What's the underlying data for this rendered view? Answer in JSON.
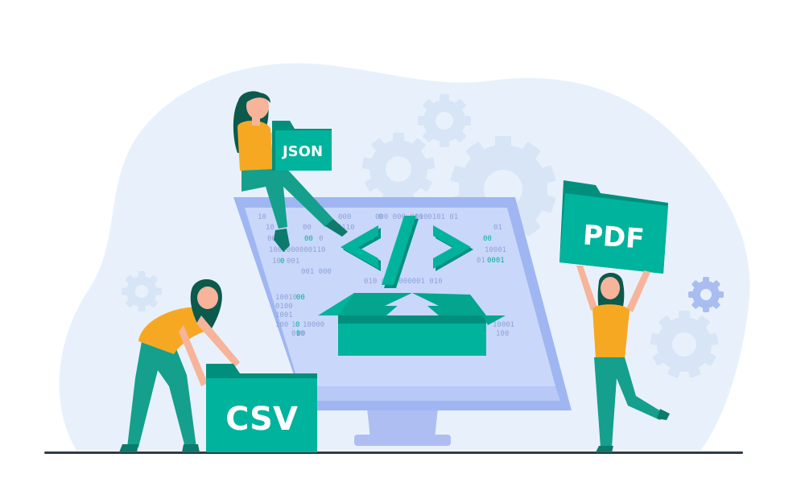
{
  "colors": {
    "blob": "#e8f1fb",
    "gear": "#d7e5f6",
    "gear_accent": "#a9bdf0",
    "teal": "#00b39c",
    "teal_dark": "#008f7d",
    "teal_mid": "#04a58f",
    "monitor_frame": "#9fb6f2",
    "monitor_screen": "#c9d7fa",
    "monitor_stand": "#aebef2",
    "shirt": "#f7a823",
    "skin": "#f7b49a",
    "hair": "#0b5a4c",
    "pants": "#14a08c",
    "ground": "#2f3a4b",
    "binary_text": "#8ea3d8",
    "binary_hi": "#00b39c"
  },
  "folders": {
    "json": "JSON",
    "pdf": "PDF",
    "csv": "CSV"
  },
  "code_symbol": "</>",
  "binary": [
    {
      "t": "10",
      "c": "n"
    },
    {
      "t": "000",
      "c": "n"
    },
    {
      "t": "0",
      "c": "n"
    },
    {
      "t": "10",
      "c": "n"
    },
    {
      "t": "00",
      "c": "n"
    },
    {
      "t": "000110",
      "c": "n"
    },
    {
      "t": "00",
      "c": "n"
    },
    {
      "t": "00",
      "c": "h"
    },
    {
      "t": "0",
      "c": "n"
    },
    {
      "t": "1001000000110",
      "c": "n"
    },
    {
      "t": "10",
      "c": "n"
    },
    {
      "t": "0",
      "c": "h"
    },
    {
      "t": "001",
      "c": "n"
    },
    {
      "t": "001 000",
      "c": "n"
    },
    {
      "t": "000 000 010 0",
      "c": "n"
    },
    {
      "t": "010 101 01",
      "c": "n"
    },
    {
      "t": "00",
      "c": "h"
    },
    {
      "t": "01",
      "c": "n"
    },
    {
      "t": "10001",
      "c": "n"
    },
    {
      "t": "01",
      "c": "n"
    },
    {
      "t": "0001",
      "c": "h"
    },
    {
      "t": "010  001  000001  010",
      "c": "n"
    },
    {
      "t": "10010",
      "c": "n"
    },
    {
      "t": "00",
      "c": "h"
    },
    {
      "t": "0100",
      "c": "n"
    },
    {
      "t": "1001",
      "c": "n"
    },
    {
      "t": "100",
      "c": "n"
    },
    {
      "t": "1",
      "c": "n"
    },
    {
      "t": "0",
      "c": "h"
    },
    {
      "t": "10000",
      "c": "n"
    },
    {
      "t": "010",
      "c": "n"
    },
    {
      "t": "0",
      "c": "h"
    },
    {
      "t": "0",
      "c": "n"
    },
    {
      "t": "10001",
      "c": "n"
    },
    {
      "t": "100",
      "c": "n"
    }
  ]
}
